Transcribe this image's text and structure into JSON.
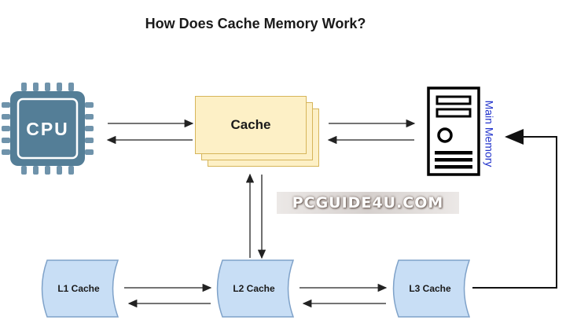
{
  "title": "How Does Cache Memory Work?",
  "cpu": {
    "label": "CPU",
    "icon": "cpu-icon"
  },
  "cache": {
    "label": "Cache"
  },
  "main_memory": {
    "label": "Main Memory",
    "icon": "server-tower-icon"
  },
  "watermark": "PCGUIDE4U.COM",
  "levels": [
    {
      "label": "L1 Cache"
    },
    {
      "label": "L2 Cache"
    },
    {
      "label": "L3 Cache"
    }
  ],
  "colors": {
    "cpu_fill": "#547e97",
    "cache_fill": "#fdf0c6",
    "cache_border": "#d6b55a",
    "level_fill": "#c8def5",
    "level_border": "#7fa2c9",
    "memory_label": "#2233cc"
  }
}
